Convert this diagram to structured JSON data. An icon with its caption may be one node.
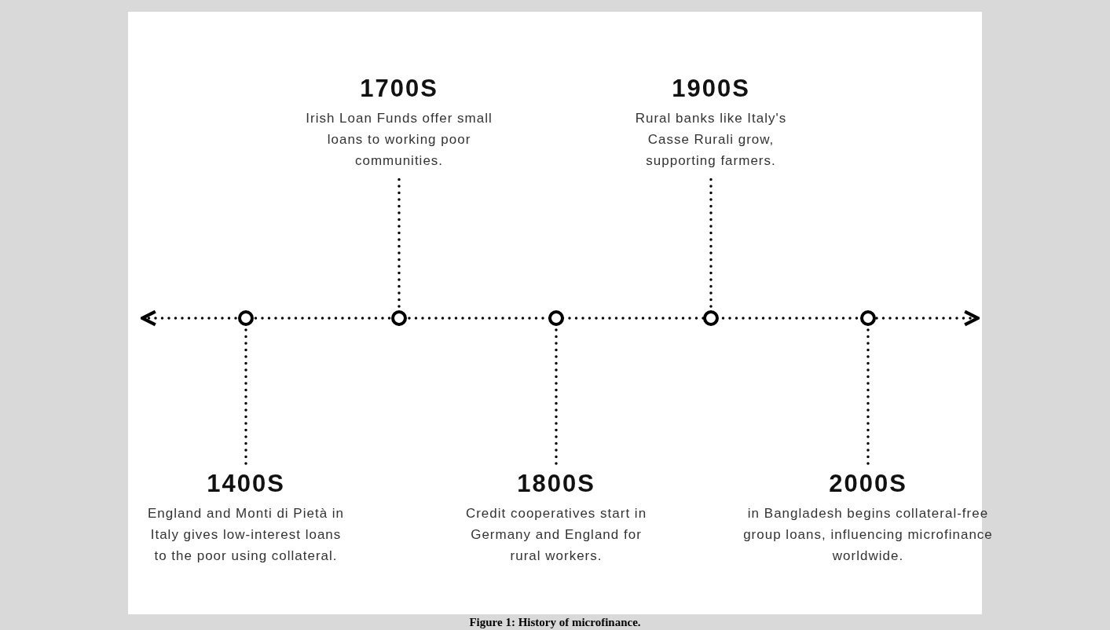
{
  "diagram": {
    "caption": "Figure 1: History of microfinance.",
    "nodes": [
      {
        "text": [],
        "shape": "circle"
      },
      {
        "text": [],
        "shape": "circle"
      },
      {
        "text": [],
        "shape": "circle"
      },
      {
        "text": [],
        "shape": "circle"
      },
      {
        "text": [],
        "shape": "circle"
      },
      {
        "text": [
          "1400S",
          "England and Monti di Pietà in Italy gives low-interest loans to the poor using collateral."
        ]
      },
      {
        "text": [
          "1700S",
          "Irish Loan Funds offer small loans to working poor communities."
        ]
      },
      {
        "text": [
          "1800S",
          "Credit cooperatives start in Germany and England for rural workers."
        ]
      },
      {
        "text": [
          "1900S",
          "Rural banks like Italy's Casse Rurali grow, supporting farmers."
        ]
      },
      {
        "text": [
          "2000S",
          "in Bangladesh begins collateral-free group loans, influencing microfinance worldwide."
        ]
      }
    ],
    "edges": [
      {
        "from": 0,
        "to": 5,
        "arrow": "none"
      },
      {
        "from": 1,
        "to": 6,
        "arrow": "none"
      },
      {
        "from": 2,
        "to": 7,
        "arrow": "none"
      },
      {
        "from": 3,
        "to": 8,
        "arrow": "none"
      },
      {
        "from": 4,
        "to": 9,
        "arrow": "none"
      }
    ]
  }
}
